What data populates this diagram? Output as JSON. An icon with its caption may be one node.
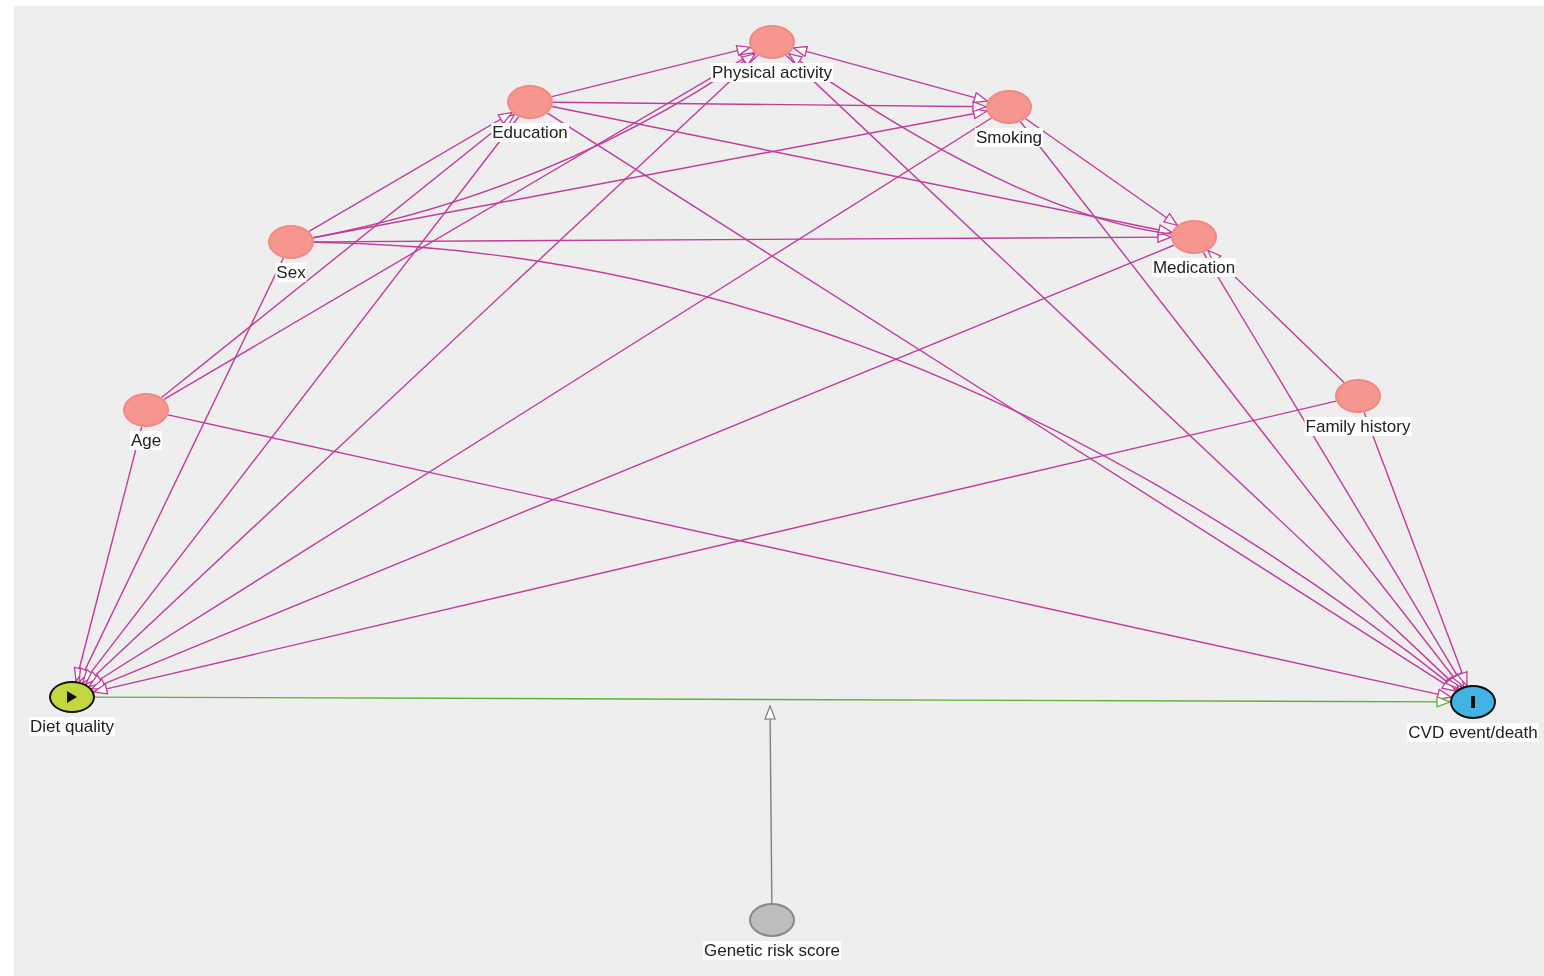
{
  "diagram": {
    "nodes": [
      {
        "text": [
          "Physical activity"
        ]
      },
      {
        "text": [
          "Education"
        ]
      },
      {
        "text": [
          "Smoking"
        ]
      },
      {
        "text": [
          "Sex"
        ]
      },
      {
        "text": [
          "Medication"
        ]
      },
      {
        "text": [
          "Family history"
        ]
      },
      {
        "text": [
          "Age"
        ]
      },
      {
        "text": [
          "Diet quality"
        ]
      },
      {
        "text": [
          "CVD event/death"
        ]
      },
      {
        "text": [
          "Genetic risk score"
        ]
      }
    ],
    "edges": [
      {
        "from": 6,
        "to": 7,
        "arrow": "to"
      },
      {
        "from": 6,
        "to": 8,
        "arrow": "to"
      },
      {
        "from": 6,
        "to": 1,
        "arrow": "to"
      },
      {
        "from": 6,
        "to": 0,
        "arrow": "to"
      },
      {
        "from": 3,
        "to": 7,
        "arrow": "to"
      },
      {
        "from": 3,
        "to": 8,
        "arrow": "to"
      },
      {
        "from": 3,
        "to": 1,
        "arrow": "to"
      },
      {
        "from": 3,
        "to": 0,
        "arrow": "to"
      },
      {
        "from": 3,
        "to": 2,
        "arrow": "to"
      },
      {
        "from": 3,
        "to": 4,
        "arrow": "to"
      },
      {
        "from": 1,
        "to": 7,
        "arrow": "to"
      },
      {
        "from": 1,
        "to": 8,
        "arrow": "to"
      },
      {
        "from": 1,
        "to": 0,
        "arrow": "to"
      },
      {
        "from": 1,
        "to": 2,
        "arrow": "to"
      },
      {
        "from": 1,
        "to": 4,
        "arrow": "to"
      },
      {
        "from": 0,
        "to": 7,
        "arrow": "to"
      },
      {
        "from": 0,
        "to": 8,
        "arrow": "to"
      },
      {
        "from": 0,
        "to": 2,
        "arrow": "both"
      },
      {
        "from": 4,
        "to": 0,
        "arrow": "to"
      },
      {
        "from": 2,
        "to": 7,
        "arrow": "to"
      },
      {
        "from": 2,
        "to": 8,
        "arrow": "to"
      },
      {
        "from": 2,
        "to": 4,
        "arrow": "to"
      },
      {
        "from": 4,
        "to": 7,
        "arrow": "to"
      },
      {
        "from": 4,
        "to": 8,
        "arrow": "to"
      },
      {
        "from": 5,
        "to": 7,
        "arrow": "to"
      },
      {
        "from": 5,
        "to": 8,
        "arrow": "to"
      },
      {
        "from": 5,
        "to": 4,
        "arrow": "to"
      },
      {
        "from": 7,
        "to": 8,
        "arrow": "to",
        "color": "#5cb234"
      },
      {
        "from": 9,
        "to": null,
        "arrow": "to",
        "color": "#808080"
      }
    ]
  }
}
